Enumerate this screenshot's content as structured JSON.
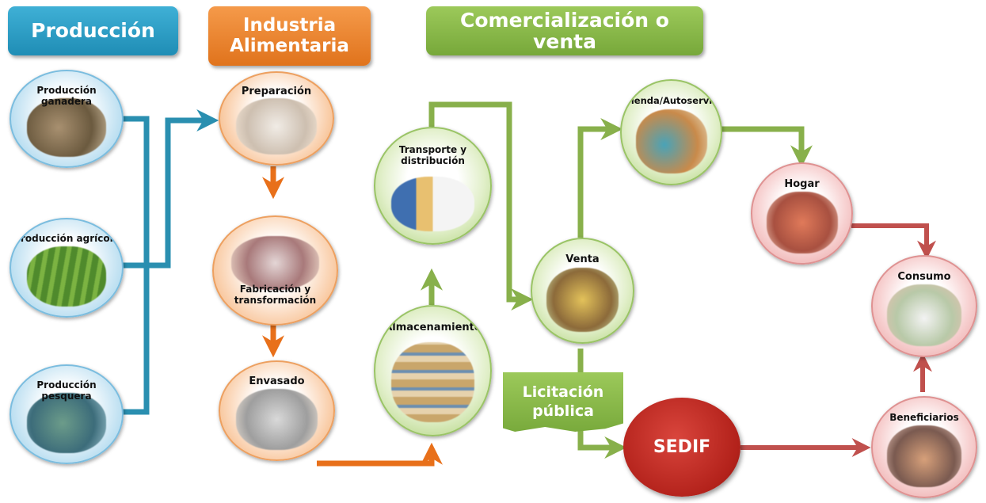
{
  "headers": {
    "produccion": "Producción",
    "industria_line1": "Industria",
    "industria_line2": "Alimentaria",
    "comercializacion": "Comercialización o venta"
  },
  "nodes": {
    "ganadera": "Producción ganadera",
    "agricola": "Producción agrícola",
    "pesquera": "Producción pesquera",
    "preparacion": "Preparación",
    "fabricacion": "Fabricación y transformación",
    "envasado": "Envasado",
    "transporte": "Transporte y distribución",
    "almacenamiento": "Almacenamiento",
    "venta": "Venta",
    "tienda": "Tienda/Autoservic",
    "hogar": "Hogar",
    "consumo": "Consumo",
    "beneficiarios": "Beneficiarios",
    "sedif": "SEDIF"
  },
  "licitacion": {
    "line1": "Licitación",
    "line2": "pública"
  },
  "colors": {
    "blue": "#2a8fb0",
    "orange": "#e8701a",
    "green": "#88b04b",
    "red": "#c0504d"
  }
}
